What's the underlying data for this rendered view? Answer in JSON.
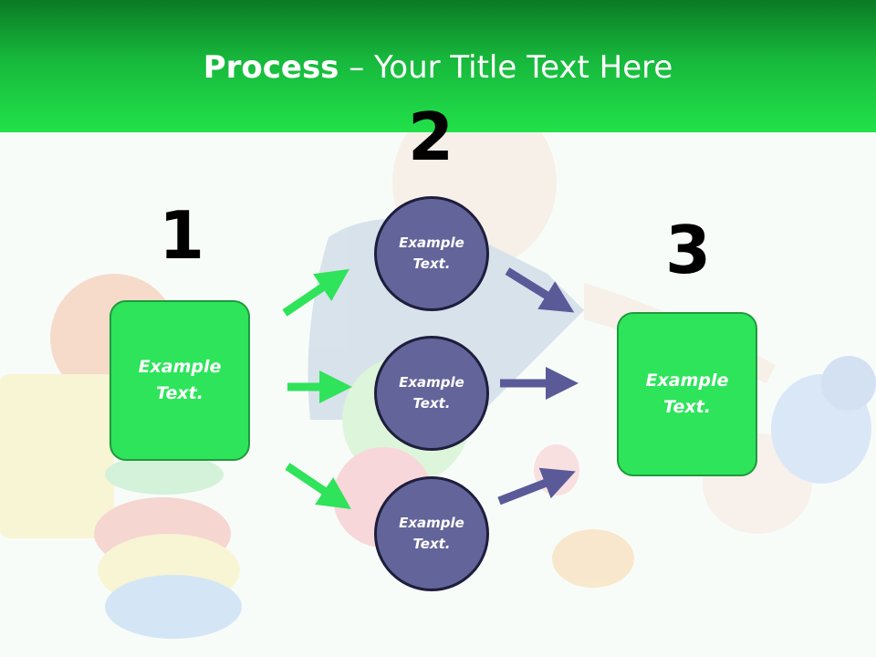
{
  "title": {
    "bold": "Process",
    "rest": " – Your Title Text Here"
  },
  "steps": {
    "one": {
      "number": "1",
      "text": "Example\nText."
    },
    "two": {
      "number": "2",
      "circles": [
        {
          "text": "Example\nText."
        },
        {
          "text": "Example\nText."
        },
        {
          "text": "Example\nText."
        }
      ]
    },
    "three": {
      "number": "3",
      "text": "Example\nText."
    }
  },
  "colors": {
    "title_bar": "#1ed046",
    "green_box": "#2ee45b",
    "circle_fill": "#63649a",
    "green_arrow": "#2fe35a",
    "purple_arrow": "#5b5a98"
  }
}
